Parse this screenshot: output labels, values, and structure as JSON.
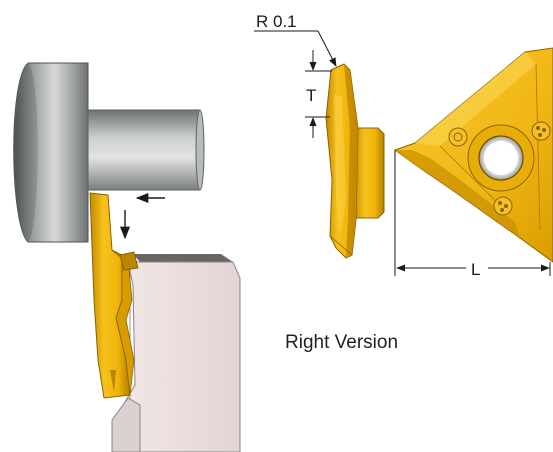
{
  "labels": {
    "radius": "R 0.1",
    "thickness": "T",
    "length": "L",
    "version": "Right Version"
  },
  "colors": {
    "insert_gold": "#f2b915",
    "insert_dark": "#c98f00",
    "insert_shadow": "#a87700",
    "workpiece_light": "#c9cbcb",
    "workpiece_dark": "#5f6363",
    "holder_face": "#e9dcdc",
    "holder_edge": "#8a8585",
    "line": "#1a1a1a"
  },
  "icons": {
    "feed_arrow_left": "arrow-left-icon",
    "feed_arrow_down": "arrow-down-icon"
  }
}
